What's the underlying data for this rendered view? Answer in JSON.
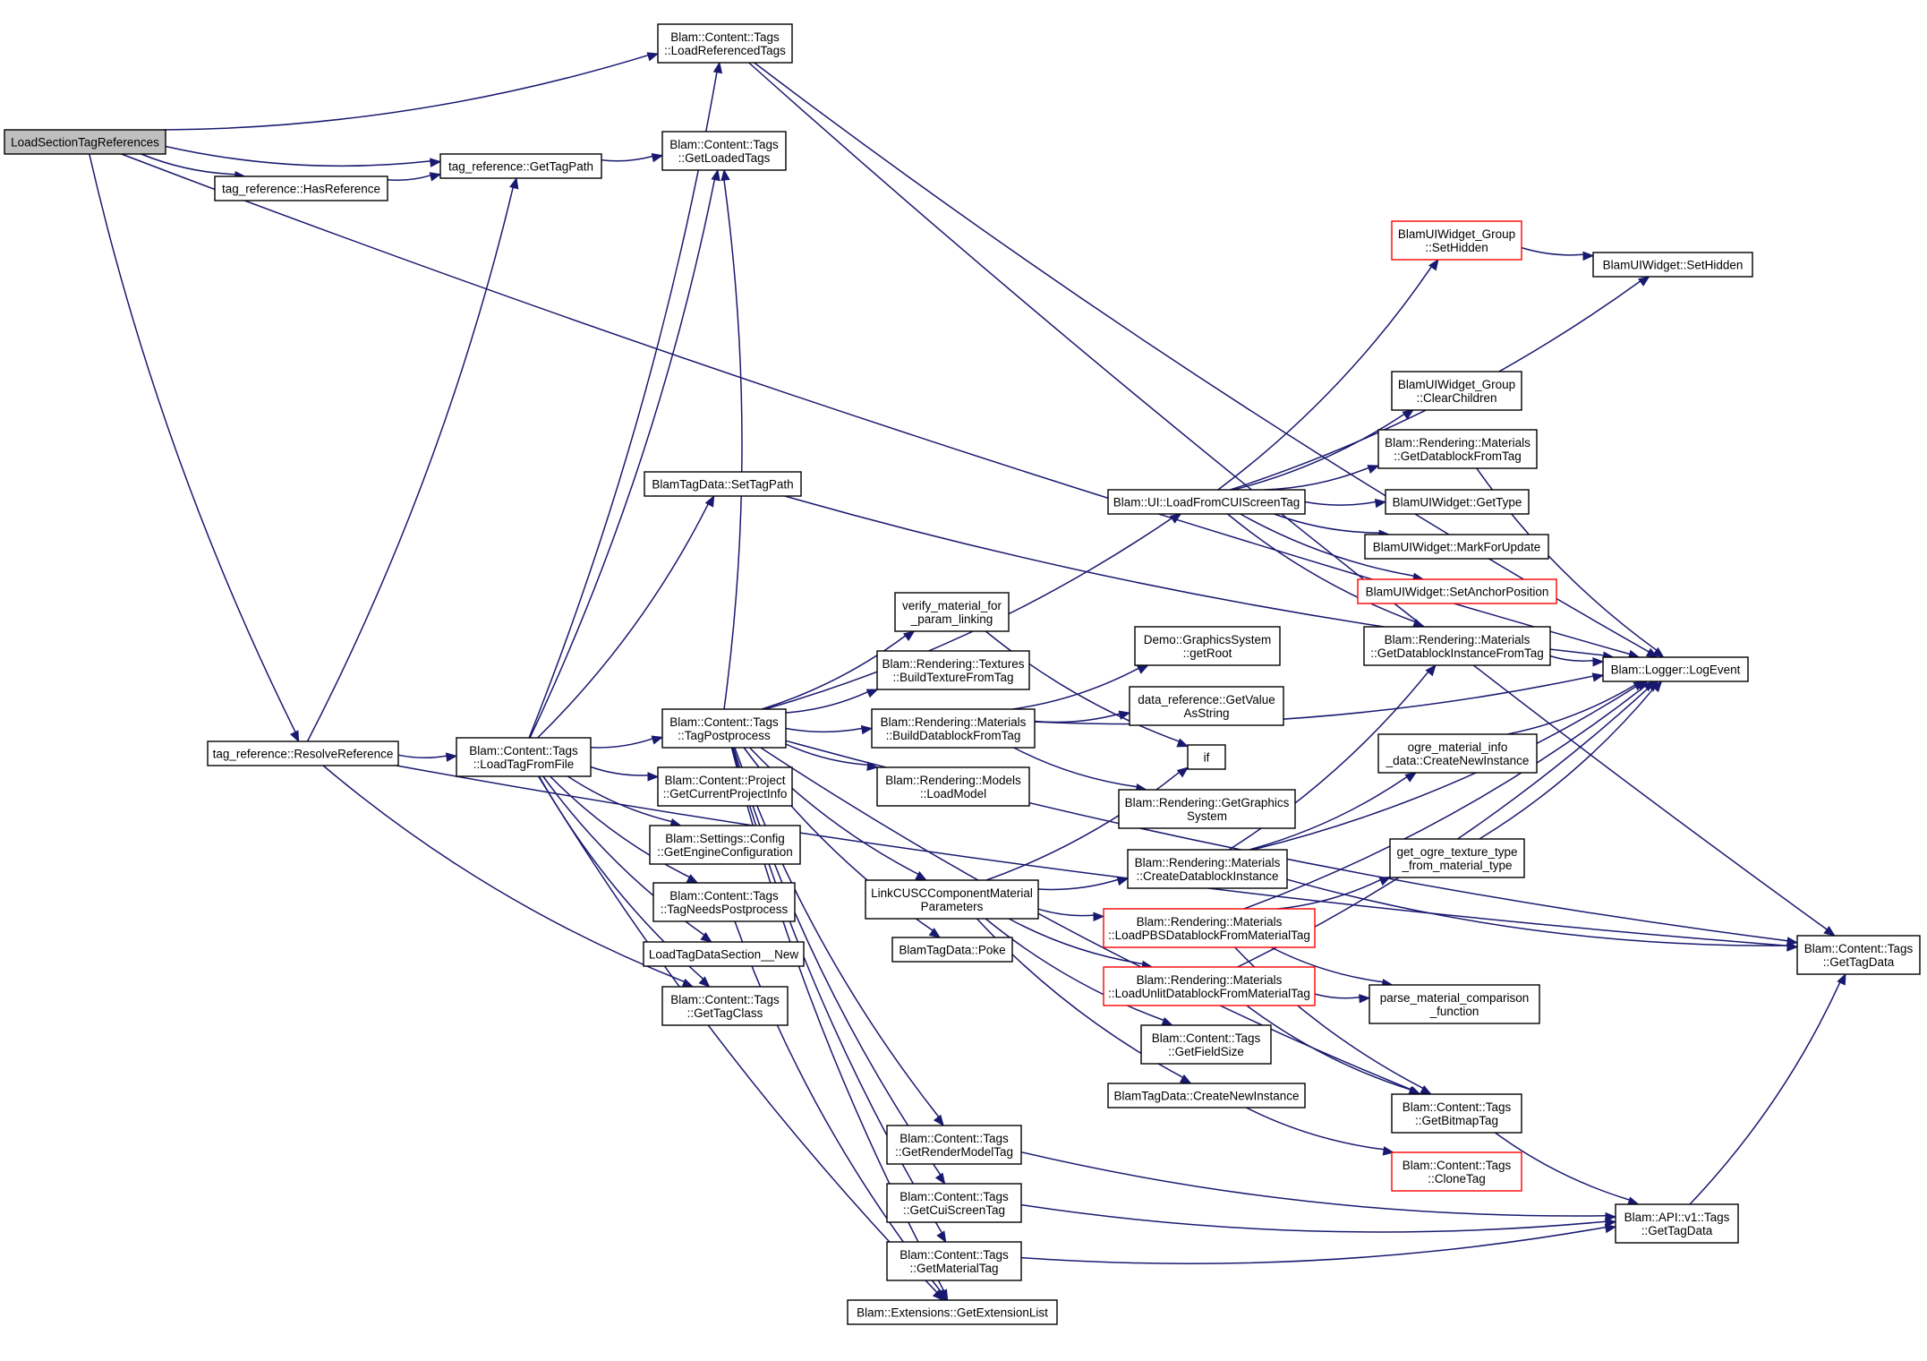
{
  "graph": {
    "nodes": [
      {
        "id": "lstr",
        "lines": [
          "LoadSectionTagReferences"
        ],
        "style": "root"
      },
      {
        "id": "lrt",
        "lines": [
          "Blam::Content::Tags",
          "::LoadReferencedTags"
        ]
      },
      {
        "id": "gtp",
        "lines": [
          "tag_reference::GetTagPath"
        ]
      },
      {
        "id": "hasref",
        "lines": [
          "tag_reference::HasReference"
        ]
      },
      {
        "id": "glt",
        "lines": [
          "Blam::Content::Tags",
          "::GetLoadedTags"
        ]
      },
      {
        "id": "resolve",
        "lines": [
          "tag_reference::ResolveReference"
        ]
      },
      {
        "id": "ltff",
        "lines": [
          "Blam::Content::Tags",
          "::LoadTagFromFile"
        ]
      },
      {
        "id": "settagpath",
        "lines": [
          "BlamTagData::SetTagPath"
        ]
      },
      {
        "id": "tpp",
        "lines": [
          "Blam::Content::Tags",
          "::TagPostprocess"
        ]
      },
      {
        "id": "gcpi",
        "lines": [
          "Blam::Content::Project",
          "::GetCurrentProjectInfo"
        ]
      },
      {
        "id": "gec",
        "lines": [
          "Blam::Settings::Config",
          "::GetEngineConfiguration"
        ]
      },
      {
        "id": "tnp",
        "lines": [
          "Blam::Content::Tags",
          "::TagNeedsPostprocess"
        ]
      },
      {
        "id": "ltdsnew",
        "lines": [
          "LoadTagDataSection__New"
        ]
      },
      {
        "id": "gtc",
        "lines": [
          "Blam::Content::Tags",
          "::GetTagClass"
        ]
      },
      {
        "id": "vmpl",
        "lines": [
          "verify_material_for",
          "_param_linking"
        ]
      },
      {
        "id": "btft",
        "lines": [
          "Blam::Rendering::Textures",
          "::BuildTextureFromTag"
        ]
      },
      {
        "id": "bdft",
        "lines": [
          "Blam::Rendering::Materials",
          "::BuildDatablockFromTag"
        ]
      },
      {
        "id": "lmodel",
        "lines": [
          "Blam::Rendering::Models",
          "::LoadModel"
        ]
      },
      {
        "id": "lcusc",
        "lines": [
          "LinkCUSCComponentMaterial",
          "Parameters"
        ]
      },
      {
        "id": "poke",
        "lines": [
          "BlamTagData::Poke"
        ]
      },
      {
        "id": "grmt",
        "lines": [
          "Blam::Content::Tags",
          "::GetRenderModelTag"
        ]
      },
      {
        "id": "gcst",
        "lines": [
          "Blam::Content::Tags",
          "::GetCuiScreenTag"
        ]
      },
      {
        "id": "gmt",
        "lines": [
          "Blam::Content::Tags",
          "::GetMaterialTag"
        ]
      },
      {
        "id": "gel",
        "lines": [
          "Blam::Extensions::GetExtensionList"
        ]
      },
      {
        "id": "lfcui",
        "lines": [
          "Blam::UI::LoadFromCUIScreenTag"
        ]
      },
      {
        "id": "getroot",
        "lines": [
          "Demo::GraphicsSystem",
          "::getRoot"
        ]
      },
      {
        "id": "gvas",
        "lines": [
          "data_reference::GetValue",
          "AsString"
        ]
      },
      {
        "id": "if",
        "lines": [
          "if"
        ]
      },
      {
        "id": "ggs",
        "lines": [
          "Blam::Rendering::GetGraphics",
          "System"
        ]
      },
      {
        "id": "cdi",
        "lines": [
          "Blam::Rendering::Materials",
          "::CreateDatablockInstance"
        ]
      },
      {
        "id": "lpbs",
        "lines": [
          "Blam::Rendering::Materials",
          "::LoadPBSDatablockFromMaterialTag"
        ],
        "style": "trunc"
      },
      {
        "id": "lunlit",
        "lines": [
          "Blam::Rendering::Materials",
          "::LoadUnlitDatablockFromMaterialTag"
        ],
        "style": "trunc"
      },
      {
        "id": "gfs",
        "lines": [
          "Blam::Content::Tags",
          "::GetFieldSize"
        ]
      },
      {
        "id": "tdcni",
        "lines": [
          "BlamTagData::CreateNewInstance"
        ]
      },
      {
        "id": "grp_sethidden",
        "lines": [
          "BlamUIWidget_Group",
          "::SetHidden"
        ],
        "style": "trunc"
      },
      {
        "id": "grp_clear",
        "lines": [
          "BlamUIWidget_Group",
          "::ClearChildren"
        ]
      },
      {
        "id": "gdbft",
        "lines": [
          "Blam::Rendering::Materials",
          "::GetDatablockFromTag"
        ]
      },
      {
        "id": "gettype",
        "lines": [
          "BlamUIWidget::GetType"
        ]
      },
      {
        "id": "mfu",
        "lines": [
          "BlamUIWidget::MarkForUpdate"
        ]
      },
      {
        "id": "sap",
        "lines": [
          "BlamUIWidget::SetAnchorPosition"
        ],
        "style": "trunc"
      },
      {
        "id": "gdbift",
        "lines": [
          "Blam::Rendering::Materials",
          "::GetDatablockInstanceFromTag"
        ]
      },
      {
        "id": "omicni",
        "lines": [
          "ogre_material_info",
          "_data::CreateNewInstance"
        ]
      },
      {
        "id": "gottfmt",
        "lines": [
          "get_ogre_texture_type",
          "_from_material_type"
        ]
      },
      {
        "id": "pmcf",
        "lines": [
          "parse_material_comparison",
          "_function"
        ]
      },
      {
        "id": "gbt",
        "lines": [
          "Blam::Content::Tags",
          "::GetBitmapTag"
        ]
      },
      {
        "id": "clonetag",
        "lines": [
          "Blam::Content::Tags",
          "::CloneTag"
        ],
        "style": "trunc"
      },
      {
        "id": "w_sethidden",
        "lines": [
          "BlamUIWidget::SetHidden"
        ]
      },
      {
        "id": "logevent",
        "lines": [
          "Blam::Logger::LogEvent"
        ]
      },
      {
        "id": "api_gtd",
        "lines": [
          "Blam::API::v1::Tags",
          "::GetTagData"
        ]
      },
      {
        "id": "c_gtd",
        "lines": [
          "Blam::Content::Tags",
          "::GetTagData"
        ]
      }
    ],
    "edges": [
      [
        "lstr",
        "lrt"
      ],
      [
        "lstr",
        "gtp"
      ],
      [
        "lstr",
        "hasref"
      ],
      [
        "lstr",
        "resolve"
      ],
      [
        "lstr",
        "logevent"
      ],
      [
        "hasref",
        "gtp"
      ],
      [
        "lrt",
        "logevent"
      ],
      [
        "lrt",
        "c_gtd"
      ],
      [
        "gtp",
        "glt"
      ],
      [
        "resolve",
        "gtp"
      ],
      [
        "resolve",
        "ltff"
      ],
      [
        "resolve",
        "gtc"
      ],
      [
        "resolve",
        "c_gtd"
      ],
      [
        "ltff",
        "lrt"
      ],
      [
        "ltff",
        "glt"
      ],
      [
        "ltff",
        "settagpath"
      ],
      [
        "ltff",
        "tpp"
      ],
      [
        "ltff",
        "gcpi"
      ],
      [
        "ltff",
        "gec"
      ],
      [
        "ltff",
        "tnp"
      ],
      [
        "ltff",
        "ltdsnew"
      ],
      [
        "ltff",
        "gtc"
      ],
      [
        "ltff",
        "gel"
      ],
      [
        "settagpath",
        "logevent"
      ],
      [
        "tnp",
        "gel"
      ],
      [
        "tpp",
        "glt"
      ],
      [
        "tpp",
        "c_gtd"
      ],
      [
        "tpp",
        "lfcui"
      ],
      [
        "tpp",
        "vmpl"
      ],
      [
        "tpp",
        "btft"
      ],
      [
        "tpp",
        "bdft"
      ],
      [
        "tpp",
        "lmodel"
      ],
      [
        "tpp",
        "lcusc"
      ],
      [
        "tpp",
        "poke"
      ],
      [
        "tpp",
        "gbt"
      ],
      [
        "tpp",
        "grmt"
      ],
      [
        "tpp",
        "gcst"
      ],
      [
        "tpp",
        "gmt"
      ],
      [
        "tpp",
        "gel"
      ],
      [
        "vmpl",
        "if"
      ],
      [
        "bdft",
        "getroot"
      ],
      [
        "bdft",
        "gvas"
      ],
      [
        "bdft",
        "ggs"
      ],
      [
        "bdft",
        "logevent"
      ],
      [
        "lcusc",
        "if"
      ],
      [
        "lcusc",
        "cdi"
      ],
      [
        "lcusc",
        "lpbs"
      ],
      [
        "lcusc",
        "lunlit"
      ],
      [
        "lcusc",
        "gfs"
      ],
      [
        "lcusc",
        "tdcni"
      ],
      [
        "lfcui",
        "grp_sethidden"
      ],
      [
        "lfcui",
        "w_sethidden"
      ],
      [
        "lfcui",
        "grp_clear"
      ],
      [
        "lfcui",
        "gdbft"
      ],
      [
        "lfcui",
        "gettype"
      ],
      [
        "lfcui",
        "mfu"
      ],
      [
        "lfcui",
        "sap"
      ],
      [
        "lfcui",
        "gdbift"
      ],
      [
        "grp_sethidden",
        "w_sethidden"
      ],
      [
        "gdbft",
        "logevent"
      ],
      [
        "gdbift",
        "logevent"
      ],
      [
        "cdi",
        "gdbift"
      ],
      [
        "cdi",
        "omicni"
      ],
      [
        "cdi",
        "logevent"
      ],
      [
        "cdi",
        "c_gtd"
      ],
      [
        "omicni",
        "logevent"
      ],
      [
        "gottfmt",
        "logevent"
      ],
      [
        "lpbs",
        "gottfmt"
      ],
      [
        "lpbs",
        "pmcf"
      ],
      [
        "lpbs",
        "gbt"
      ],
      [
        "lpbs",
        "logevent"
      ],
      [
        "lunlit",
        "pmcf"
      ],
      [
        "lunlit",
        "gbt"
      ],
      [
        "lunlit",
        "logevent"
      ],
      [
        "tdcni",
        "clonetag"
      ],
      [
        "gbt",
        "api_gtd"
      ],
      [
        "grmt",
        "api_gtd"
      ],
      [
        "gcst",
        "api_gtd"
      ],
      [
        "gmt",
        "api_gtd"
      ],
      [
        "api_gtd",
        "c_gtd"
      ]
    ],
    "colors": {
      "edge": "#191970",
      "border": "#000000",
      "truncated_border": "#ff0000",
      "root_fill": "#bfbfbf"
    }
  }
}
